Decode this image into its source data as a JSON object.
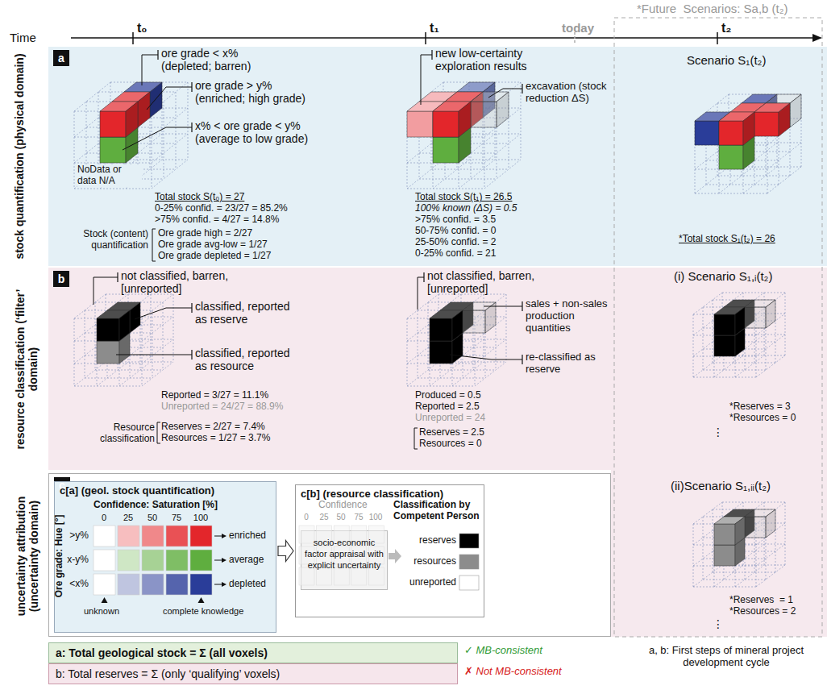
{
  "diagram": {
    "nodes": [
      {
        "text": [
          "stock quantification (physical domain)"
        ]
      },
      {
        "text": [
          "a"
        ],
        "in": 0
      },
      {
        "text": [
          "resource classification (‘filter’ domain)"
        ]
      },
      {
        "text": [
          "b"
        ],
        "in": 2
      },
      {
        "text": [
          "uncertainty attribution (uncertainty domain)"
        ]
      },
      {
        "text": [
          "c"
        ],
        "in": 4
      },
      {
        "text": [
          "c[a] (geol. stock quantification)"
        ],
        "in": 4
      },
      {
        "text": [
          "c[b] (resource classification)"
        ],
        "in": 4
      },
      {
        "text": [
          "socio-economic factor appraisal with explicit uncertainty"
        ],
        "in": 7
      },
      {
        "text": [
          "a: Total geological stock = Σ (all voxels)"
        ]
      },
      {
        "text": [
          "b: Total reserves = Σ (only ‘qualifying’ voxels)"
        ]
      }
    ],
    "edges": [
      {
        "from": 6,
        "to": 7,
        "arrow": "to"
      }
    ],
    "labels": [
      "Time",
      "t₀",
      "t₁",
      "today",
      "t₂",
      "*Future  Scenarios: Sa,b (t₂)",
      "ore grade < x% (depleted; barren)",
      "ore grade > y% (enriched; high grade)",
      "x% < ore grade < y% (average to low grade)",
      "NoData or data N/A",
      "Total stock S(t₀) = 27",
      "0-25% confid. = 23/27 = 85.2%",
      ">75% confid. = 4/27 = 14.8%",
      "Stock (content) quantification",
      "Ore grade high = 2/27",
      "Ore grade avg-low = 1/27",
      "Ore grade depleted = 1/27",
      "new low-certainty exploration results",
      "excavation (stock reduction ΔS)",
      "Total stock S(t₁) = 26.5",
      "100% known (ΔS) = 0.5",
      ">75% confid. = 3.5",
      "50-75% confid. = 0",
      "25-50% confid. = 2",
      "0-25% confid. = 21",
      "Scenario S₁(t₂)",
      "*Total stock S₁(t₂) = 26",
      "not classified, barren, [unreported]",
      "classified, reported as reserve",
      "classified, reported as resource",
      "Reported = 3/27 = 11.1%",
      "Unreported = 24/27 = 88.9%",
      "Resource classification",
      "Reserves = 2/27 = 7.4%",
      "Resources = 1/27 = 3.7%",
      "not classified, barren, [unreported]",
      "sales + non-sales production quantities",
      "re-classified as reserve",
      "Produced = 0.5",
      "Reported = 2.5",
      "Unreported = 24",
      "Reserves = 2.5",
      "Resources = 0",
      "(i) Scenario S₁,ᵢ(t₂)",
      "*Reserves = 3",
      "*Resources = 0",
      "⋮",
      "(ii)Scenario S₁,ᵢᵢ(t₂)",
      "*Reserves  = 1",
      "*Resources = 2",
      "⋮",
      "Confidence: Saturation [%]",
      "0",
      "25",
      "50",
      "75",
      "100",
      "Ore grade: Hue [°]",
      ">y%",
      "x-y%",
      "<x%",
      "unknown",
      "complete knowledge",
      "Confidence",
      "0",
      "25",
      "50",
      "75",
      "100",
      "Classification by Competent Person",
      "✓ MB-consistent",
      "✗ Not MB-consistent",
      "a, b: First steps of mineral project development cycle"
    ],
    "legend": [
      {
        "text": "enriched",
        "color": "#e3262b"
      },
      {
        "text": "average",
        "color": "#5fae3f"
      },
      {
        "text": "depleted",
        "color": "#2a3d99"
      },
      {
        "text": "reserves",
        "color": "#000000"
      },
      {
        "text": "resources",
        "color": "#8c8c8c"
      },
      {
        "text": "unreported",
        "color": "#ffffff"
      }
    ]
  }
}
